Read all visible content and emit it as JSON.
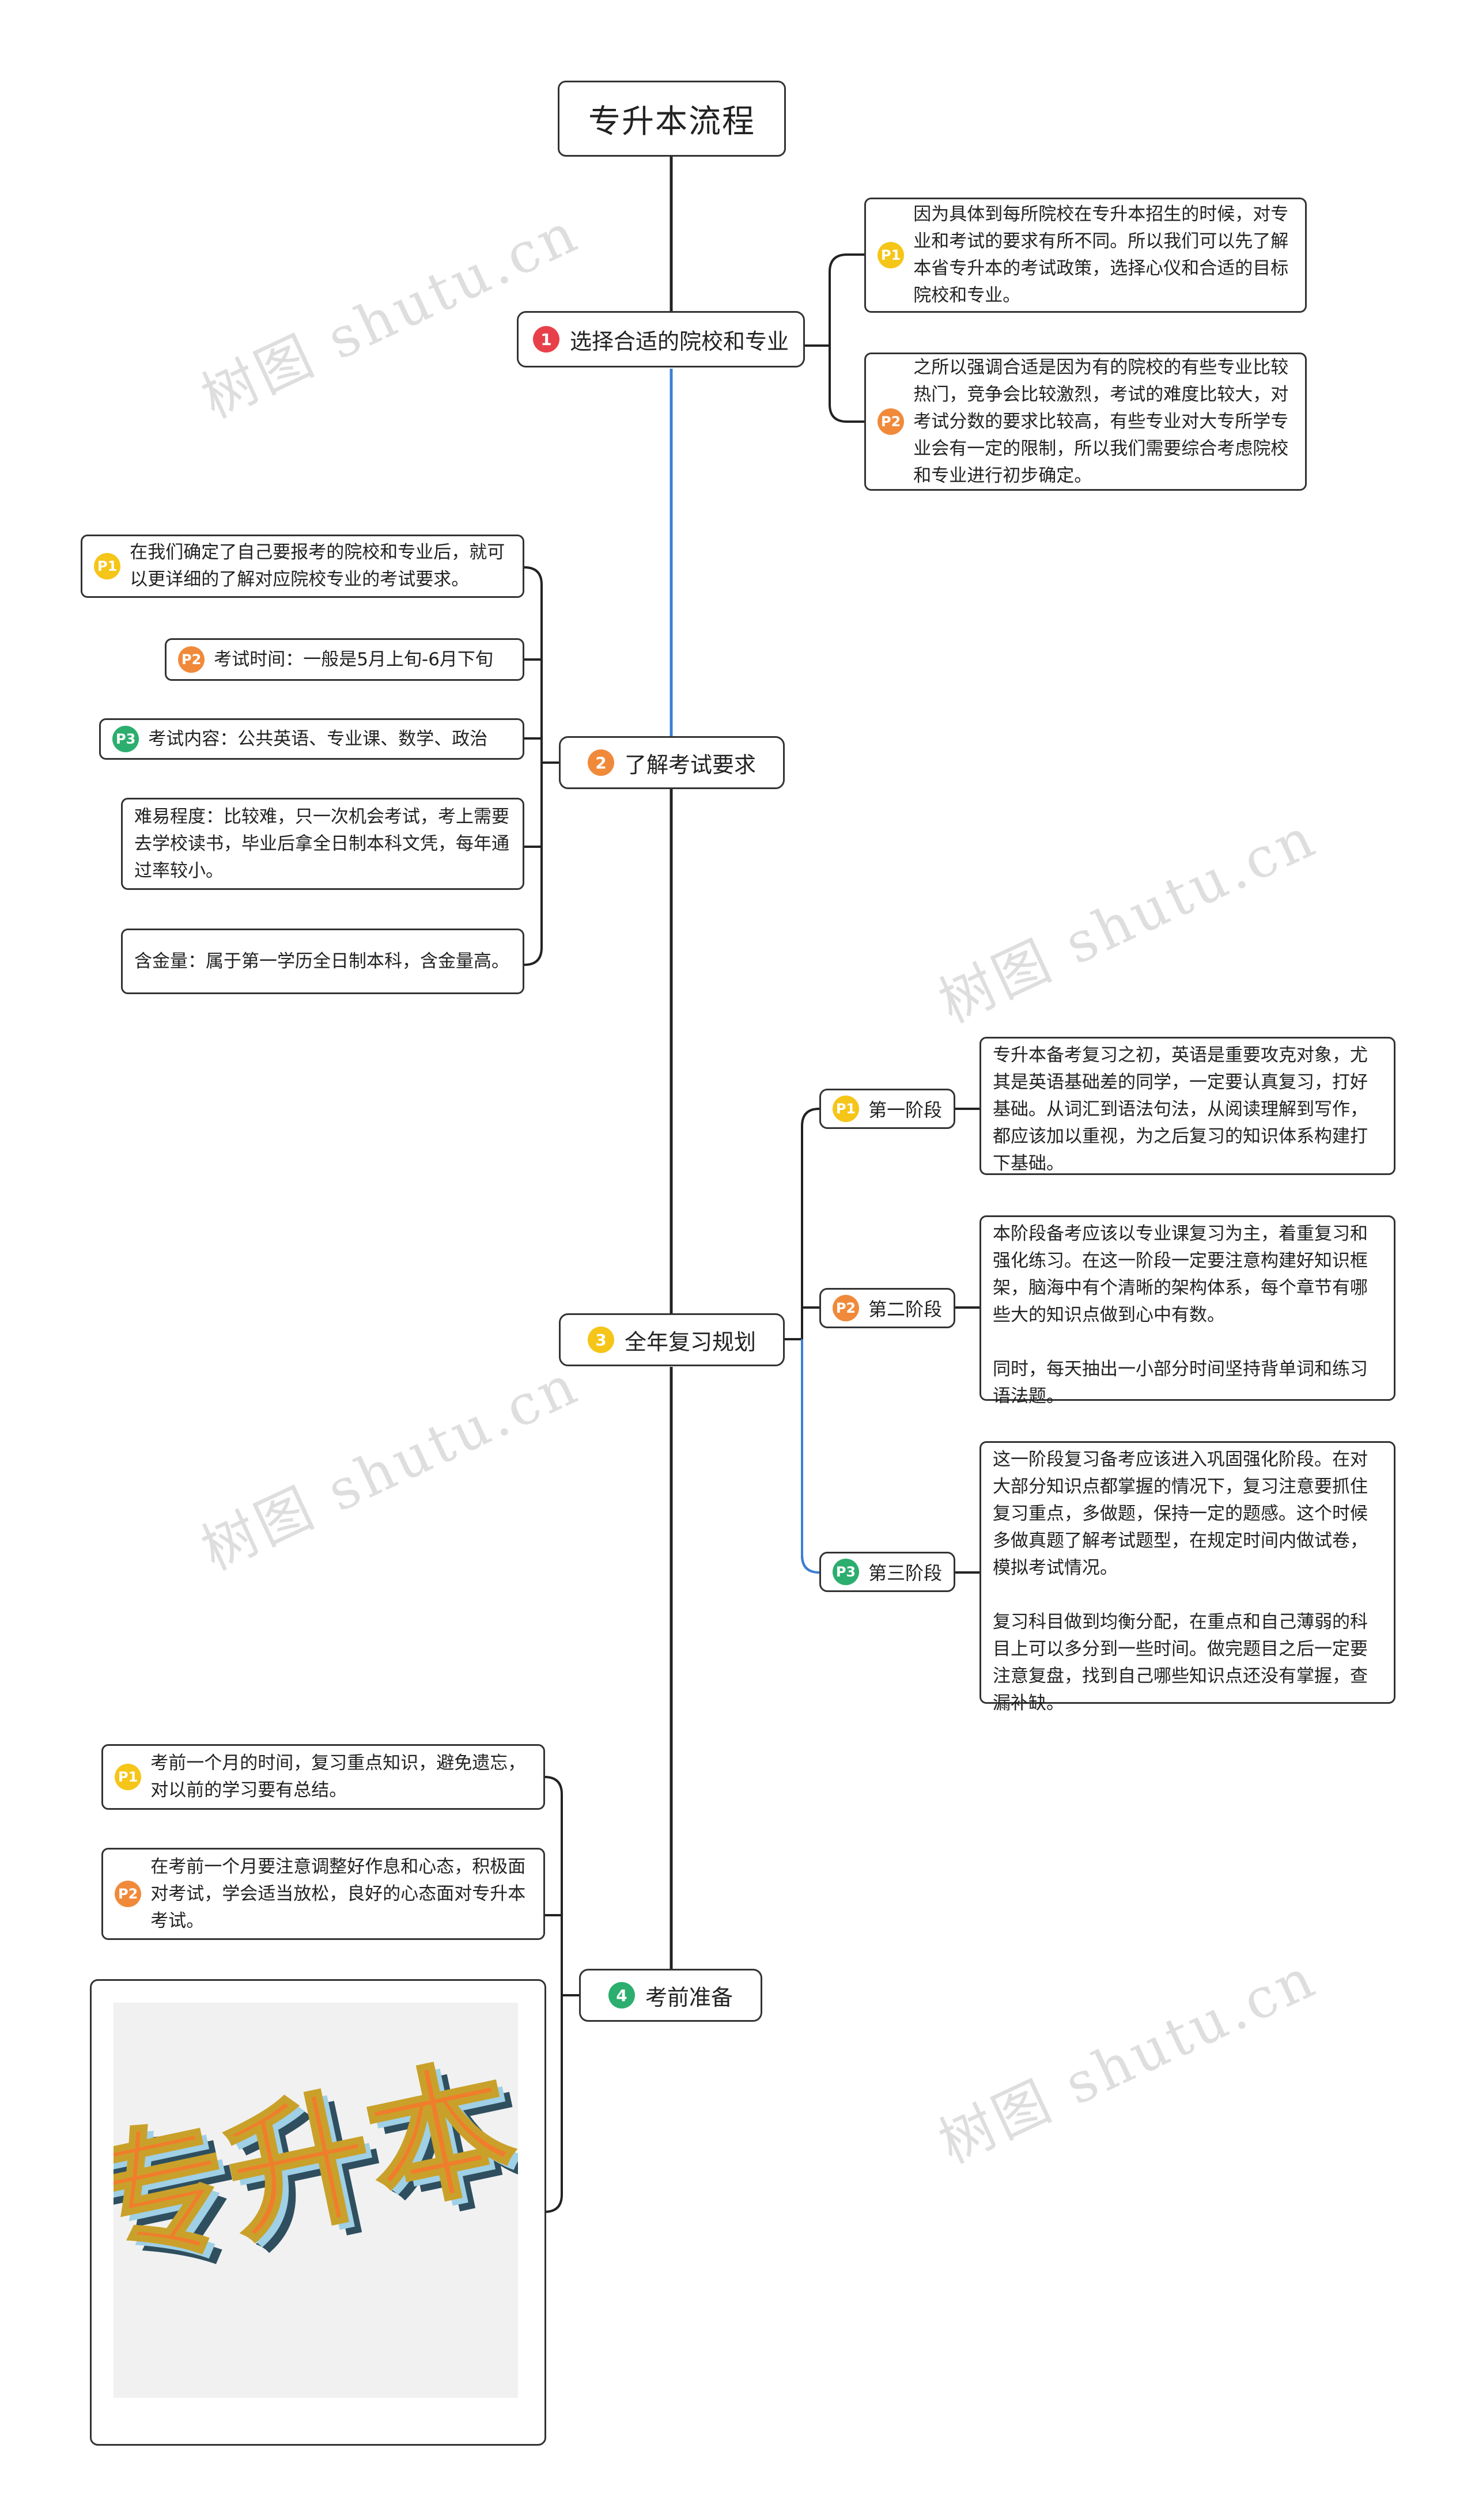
{
  "root": {
    "title": "专升本流程"
  },
  "colors": {
    "line": "#222222",
    "blue_line": "#3a7fd8",
    "red": "#e8404a",
    "orange": "#f08a3a",
    "yellow": "#f5c518",
    "green": "#2cae6e"
  },
  "branch1": {
    "num": "1",
    "label": "选择合适的院校和专业",
    "items": [
      {
        "tag": "P1",
        "text": "因为具体到每所院校在专升本招生的时候，对专业和考试的要求有所不同。所以我们可以先了解本省专升本的考试政策，选择心仪和合适的目标院校和专业。"
      },
      {
        "tag": "P2",
        "text": "之所以强调合适是因为有的院校的有些专业比较热门，竞争会比较激烈，考试的难度比较大，对考试分数的要求比较高，有些专业对大专所学专业会有一定的限制，所以我们需要综合考虑院校和专业进行初步确定。"
      }
    ]
  },
  "branch2": {
    "num": "2",
    "label": "了解考试要求",
    "items": [
      {
        "tag": "P1",
        "text": "在我们确定了自己要报考的院校和专业后，就可以更详细的了解对应院校专业的考试要求。"
      },
      {
        "tag": "P2",
        "text": "考试时间：一般是5月上旬-6月下旬"
      },
      {
        "tag": "P3",
        "text": "考试内容：公共英语、专业课、数学、政治"
      },
      {
        "tag": "",
        "text": "难易程度：比较难，只一次机会考试，考上需要去学校读书，毕业后拿全日制本科文凭，每年通过率较小。"
      },
      {
        "tag": "",
        "text": "含金量：属于第一学历全日制本科，含金量高。"
      }
    ]
  },
  "branch3": {
    "num": "3",
    "label": "全年复习规划",
    "stages": [
      {
        "tag": "P1",
        "label": "第一阶段",
        "notes": [
          "专升本备考复习之初，英语是重要攻克对象，尤其是英语基础差的同学，一定要认真复习，打好基础。从词汇到语法句法，从阅读理解到写作，都应该加以重视，为之后复习的知识体系构建打下基础。"
        ]
      },
      {
        "tag": "P2",
        "label": "第二阶段",
        "notes": [
          "本阶段备考应该以专业课复习为主，着重复习和强化练习。在这一阶段一定要注意构建好知识框架，脑海中有个清晰的架构体系，每个章节有哪些大的知识点做到心中有数。",
          "同时，每天抽出一小部分时间坚持背单词和练习语法题。"
        ]
      },
      {
        "tag": "P3",
        "label": "第三阶段",
        "notes": [
          "这一阶段复习备考应该进入巩固强化阶段。在对大部分知识点都掌握的情况下，复习注意要抓住复习重点，多做题，保持一定的题感。这个时候多做真题了解考试题型，在规定时间内做试卷，模拟考试情况。",
          "复习科目做到均衡分配，在重点和自己薄弱的科目上可以多分到一些时间。做完题目之后一定要注意复盘，找到自己哪些知识点还没有掌握，查漏补缺。"
        ]
      }
    ]
  },
  "branch4": {
    "num": "4",
    "label": "考前准备",
    "items": [
      {
        "tag": "P1",
        "text": "考前一个月的时间，复习重点知识，避免遗忘，对以前的学习要有总结。"
      },
      {
        "tag": "P2",
        "text": "在考前一个月要注意调整好作息和心态，积极面对考试，学会适当放松，良好的心态面对专升本考试。"
      }
    ],
    "image_text": "专升本"
  },
  "watermark": "树图 shutu.cn"
}
